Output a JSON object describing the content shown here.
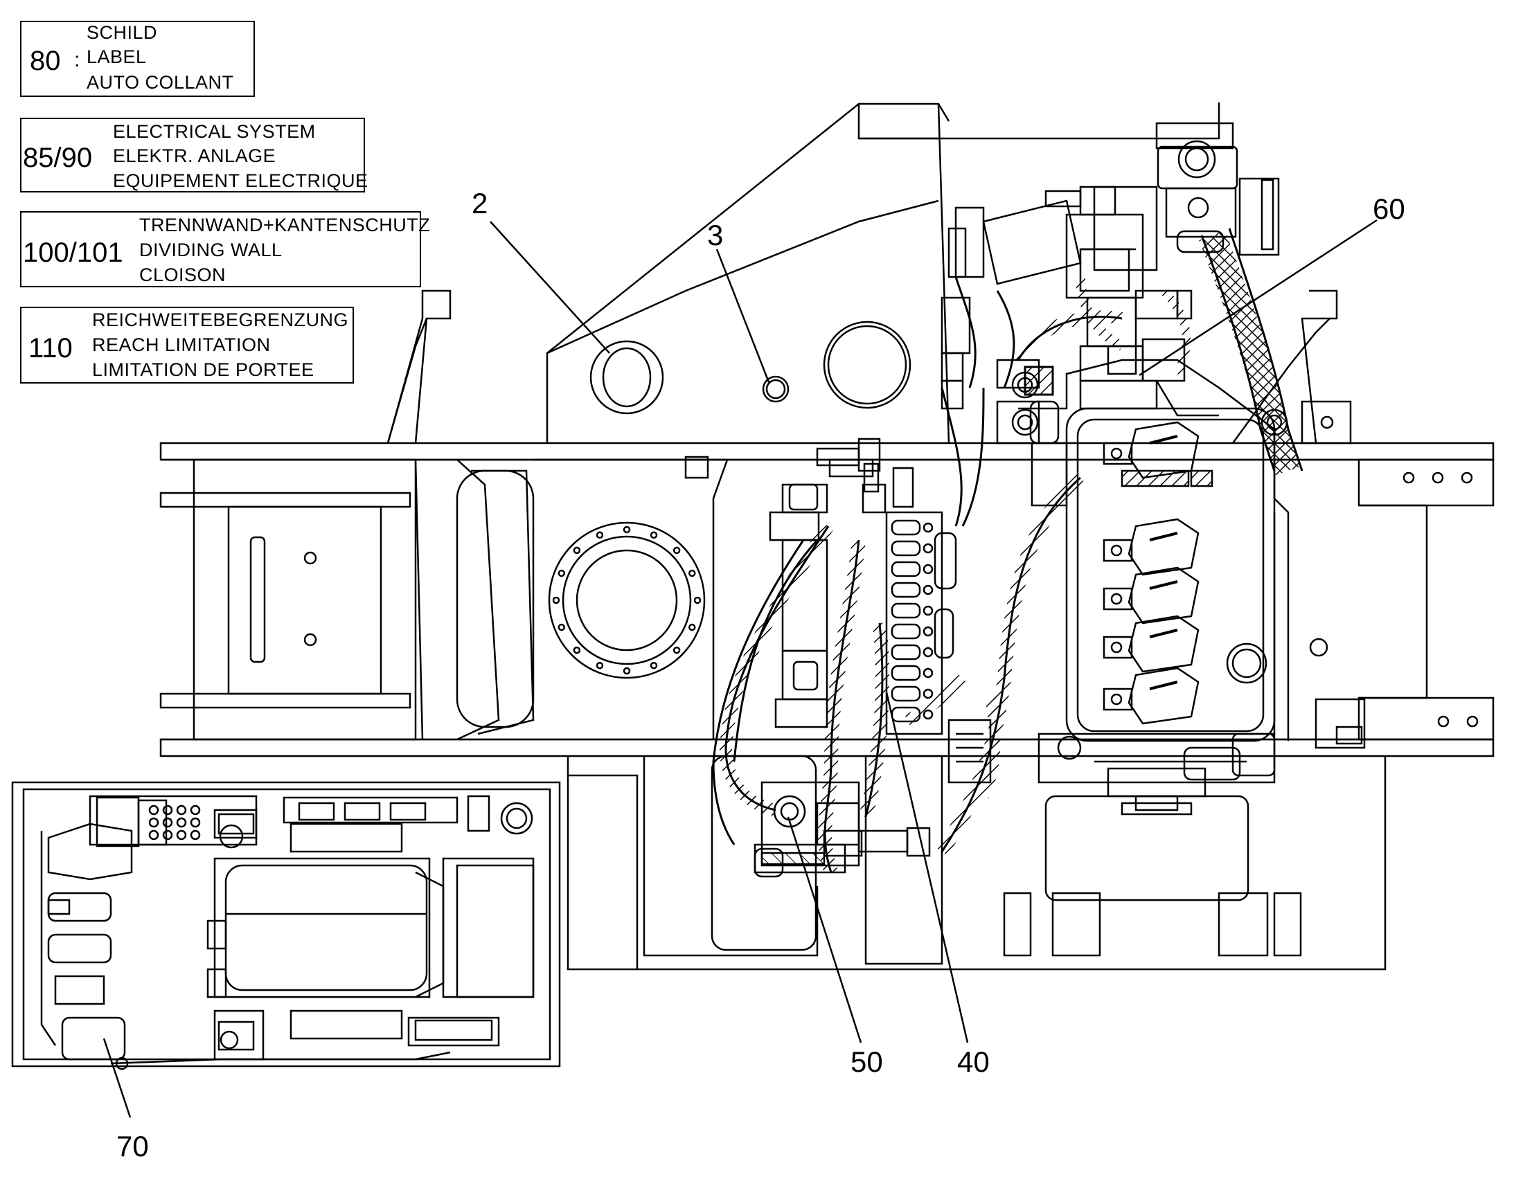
{
  "legend": [
    {
      "number": "80",
      "separator": ":",
      "lines": [
        "SCHILD",
        "LABEL",
        "AUTO COLLANT"
      ]
    },
    {
      "number": "85/90",
      "separator": "",
      "lines": [
        "ELECTRICAL SYSTEM",
        "ELEKTR. ANLAGE",
        "EQUIPEMENT ELECTRIQUE"
      ]
    },
    {
      "number": "100/101",
      "separator": "",
      "lines": [
        "TRENNWAND+KANTENSCHUTZ",
        "DIVIDING WALL",
        "CLOISON"
      ]
    },
    {
      "number": "110",
      "separator": "",
      "lines": [
        "REICHWEITEBEGRENZUNG",
        "REACH LIMITATION",
        "LIMITATION DE PORTEE"
      ]
    }
  ],
  "callouts": {
    "c2": "2",
    "c3": "3",
    "c60": "60",
    "c50": "50",
    "c40": "40",
    "c70": "70"
  }
}
